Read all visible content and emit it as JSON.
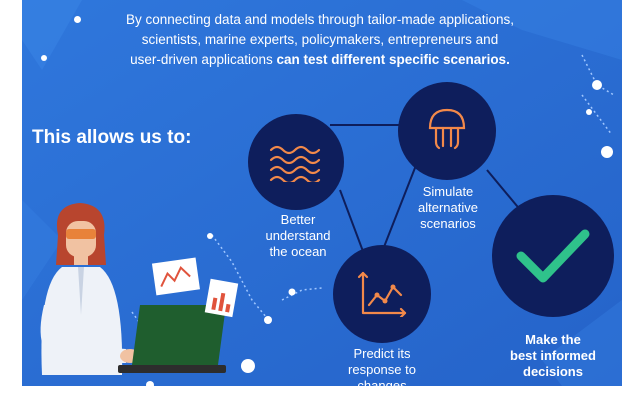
{
  "intro": {
    "line1": "By connecting data and models through tailor-made applications,",
    "line2": "scientists, marine experts, policymakers, entrepreneurs and",
    "line3_normal": "user-driven applications ",
    "line3_bold": "can test different specific scenarios."
  },
  "headline": "This allows us to:",
  "items": [
    {
      "label_lines": [
        "Better",
        "understand",
        "the ocean"
      ],
      "icon": "waves-icon"
    },
    {
      "label_lines": [
        "Simulate",
        "alternative",
        "scenarios"
      ],
      "icon": "jellyfish-icon"
    },
    {
      "label_lines": [
        "Predict its",
        "response to",
        "changes"
      ],
      "icon": "line-graph-icon"
    },
    {
      "label_lines": [
        "Make the",
        "best informed",
        "decisions"
      ],
      "icon": "checkmark-icon"
    }
  ],
  "colors": {
    "background": "#2b6fd6",
    "circle": "#0e1e5c",
    "accent": "#f2894a",
    "check": "#2fc28b"
  }
}
